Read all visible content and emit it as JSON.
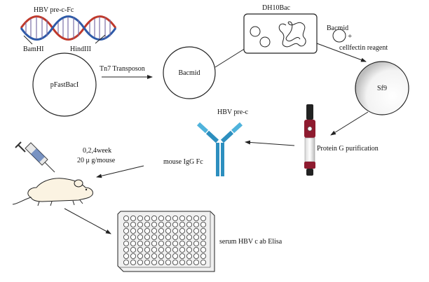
{
  "labels": {
    "dna_title": "HBV pre-c-Fc",
    "bamhi": "BamHI",
    "hindiii": "HindIII",
    "pfastbac": "pFastBacI",
    "tn7": "Tn7 Transposon",
    "bacmid_circle": "Bacmid",
    "dh10bac": "DH10Bac",
    "bacmid_top": "Bacmid",
    "plus": "+",
    "cellfectin": "cellfectin reagent",
    "sf9": "Sf9",
    "hbv_prec": "HBV pre-c",
    "mouse_igg": "mouse IgG Fc",
    "protein_g": "Protein G purification",
    "schedule": "0,2,4week",
    "dose": "20 μ g/mouse",
    "elisa": "serum HBV c ab Elisa"
  },
  "colors": {
    "dna_red": "#c0392b",
    "dna_blue": "#2e5aa8",
    "antibody_blue": "#2d8fbf",
    "antibody_light": "#4fb3dc",
    "column_red": "#8e1b2f",
    "column_cap": "#222222",
    "mouse_fill": "#fbf3e2",
    "plate_fill": "#f0f0f0"
  }
}
